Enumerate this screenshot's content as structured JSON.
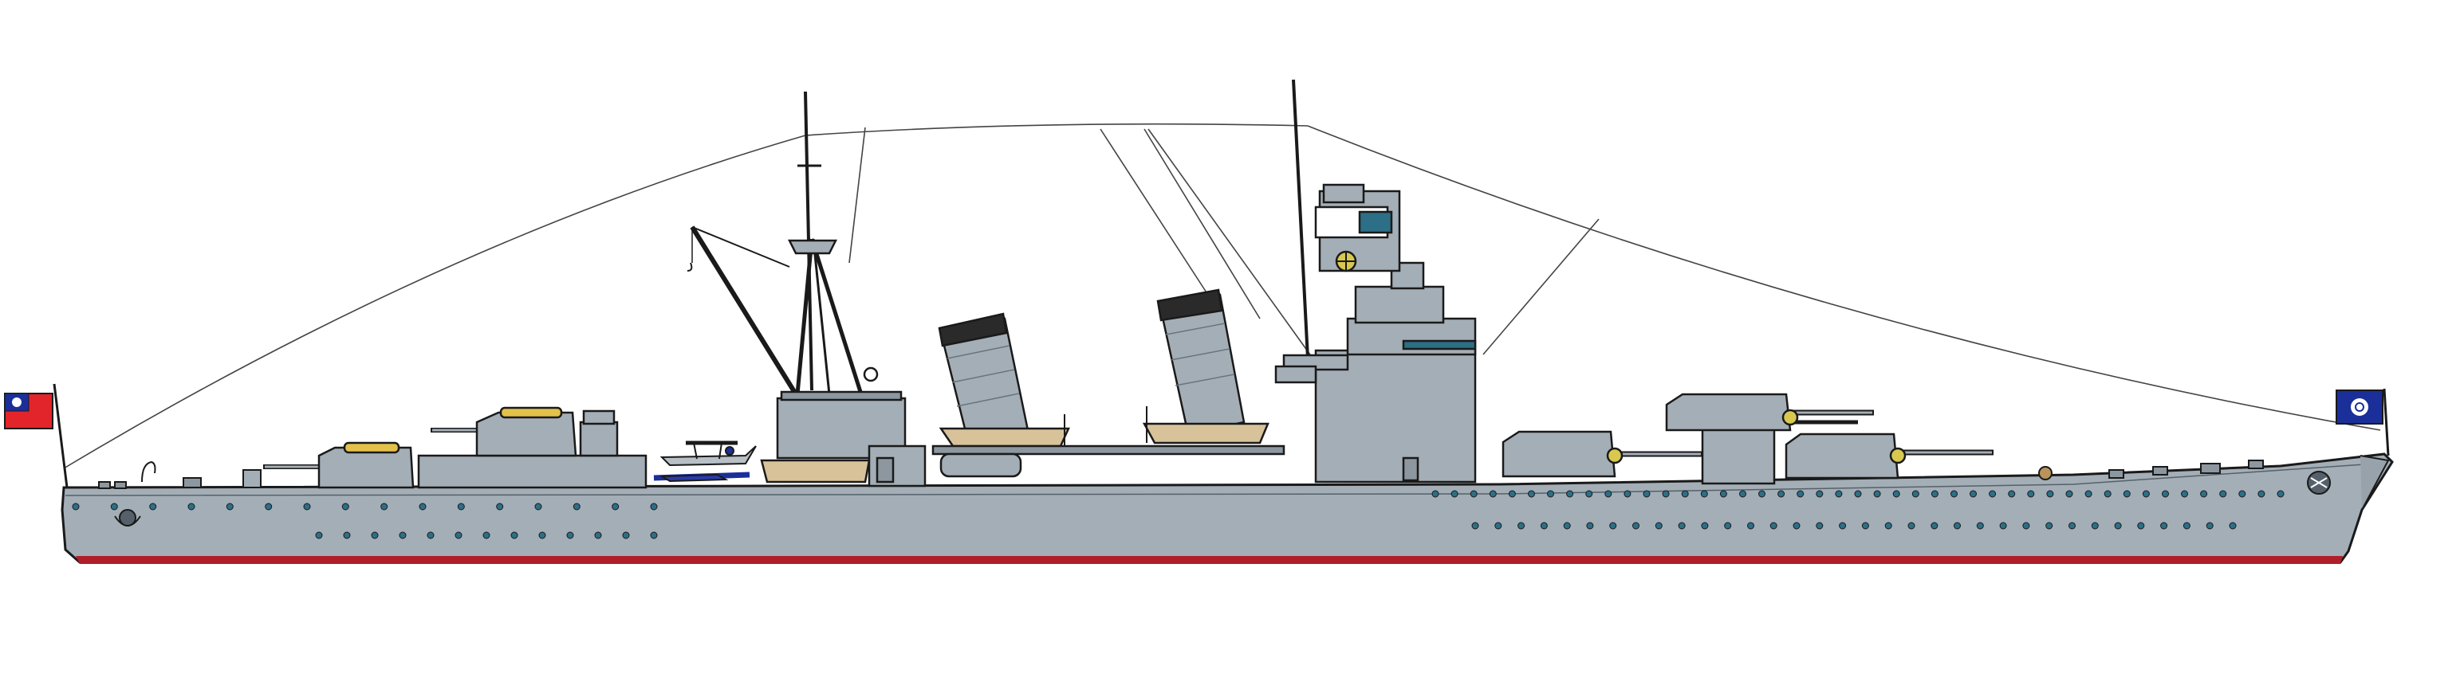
{
  "colors": {
    "background": "#ffffff",
    "hull": "#a4aeb6",
    "hull_dark": "#8d979f",
    "outline": "#1a1a1a",
    "boot_topping": "#b01e2a",
    "porthole": "#2c6f86",
    "canvas": "#d8c29a",
    "boat_wood": "#b8935a",
    "brass": "#d8c850",
    "yellow_rafts": "#e3c14a",
    "funnel_cap": "#2a2a2a",
    "stern_flag_red": "#e2252b",
    "stern_flag_blue": "#1a2f9a",
    "jack_blue": "#1a2f9a",
    "aircraft_blue": "#2a3aa8",
    "rigging": "#444444"
  },
  "icons": {
    "stern_flag": "roc-national-flag-icon",
    "bow_jack": "roc-naval-jack-icon",
    "stern_crest": "stern-crest-icon",
    "bow_anchor": "anchor-icon",
    "searchlight": "searchlight-icon"
  },
  "details": {
    "forward_portholes_upper": 45,
    "forward_portholes_lower": 34,
    "aft_portholes_upper": 16,
    "aft_portholes_lower": 13
  }
}
